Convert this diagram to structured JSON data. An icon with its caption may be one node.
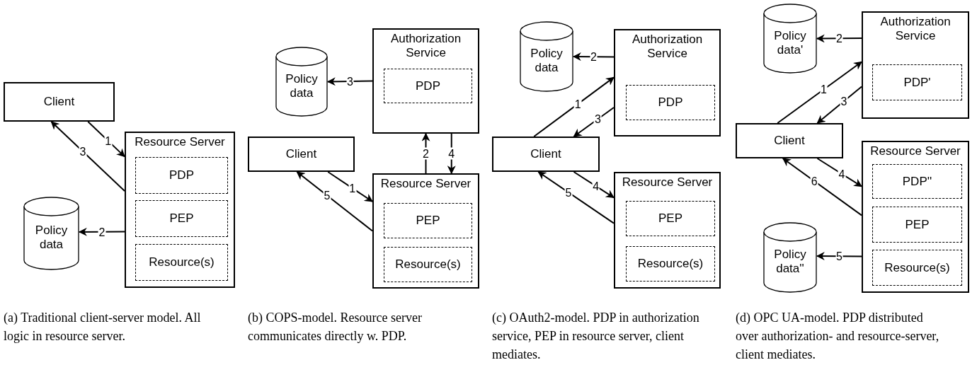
{
  "diagram": {
    "nodes": [
      {
        "text": [
          "Client"
        ]
      },
      {
        "text": [
          "Resource Server"
        ]
      },
      {
        "text": [
          "PDP"
        ],
        "in": 1
      },
      {
        "text": [
          "PEP"
        ],
        "in": 1
      },
      {
        "text": [
          "Resource(s)"
        ],
        "in": 1
      },
      {
        "text": [
          "Policy data"
        ]
      },
      {
        "text": [
          "Authorization Service"
        ]
      },
      {
        "text": [
          "PDP"
        ],
        "in": 6
      },
      {
        "text": [
          "Policy data"
        ]
      },
      {
        "text": [
          "Client"
        ]
      },
      {
        "text": [
          "Resource Server"
        ]
      },
      {
        "text": [
          "PEP"
        ],
        "in": 10
      },
      {
        "text": [
          "Resource(s)"
        ],
        "in": 10
      },
      {
        "text": [
          "Policy data"
        ]
      },
      {
        "text": [
          "Authorization Service"
        ]
      },
      {
        "text": [
          "PDP"
        ],
        "in": 14
      },
      {
        "text": [
          "Client"
        ]
      },
      {
        "text": [
          "Resource Server"
        ]
      },
      {
        "text": [
          "PEP"
        ],
        "in": 17
      },
      {
        "text": [
          "Resource(s)"
        ],
        "in": 17
      },
      {
        "text": [
          "Policy data'"
        ]
      },
      {
        "text": [
          "Authorization Service"
        ]
      },
      {
        "text": [
          "PDP'"
        ],
        "in": 21
      },
      {
        "text": [
          "Client"
        ]
      },
      {
        "text": [
          "Resource Server"
        ]
      },
      {
        "text": [
          "PDP''"
        ],
        "in": 24
      },
      {
        "text": [
          "PEP"
        ],
        "in": 24
      },
      {
        "text": [
          "Resource(s)"
        ],
        "in": 24
      },
      {
        "text": [
          "Policy data''"
        ]
      }
    ],
    "edges": [
      {
        "from": 0,
        "to": 1,
        "arrow": "to",
        "label": "1"
      },
      {
        "from": 1,
        "to": 0,
        "arrow": "to",
        "label": "3"
      },
      {
        "from": 1,
        "to": 5,
        "arrow": "to",
        "label": "2"
      },
      {
        "from": 9,
        "to": 10,
        "arrow": "to",
        "label": "1"
      },
      {
        "from": 10,
        "to": 6,
        "arrow": "to",
        "label": "2"
      },
      {
        "from": 6,
        "to": 8,
        "arrow": "to",
        "label": "3"
      },
      {
        "from": 6,
        "to": 10,
        "arrow": "to",
        "label": "4"
      },
      {
        "from": 10,
        "to": 9,
        "arrow": "to",
        "label": "5"
      },
      {
        "from": 16,
        "to": 14,
        "arrow": "to",
        "label": "1"
      },
      {
        "from": 14,
        "to": 13,
        "arrow": "to",
        "label": "2"
      },
      {
        "from": 14,
        "to": 16,
        "arrow": "to",
        "label": "3"
      },
      {
        "from": 16,
        "to": 17,
        "arrow": "to",
        "label": "4"
      },
      {
        "from": 17,
        "to": 16,
        "arrow": "to",
        "label": "5"
      },
      {
        "from": 23,
        "to": 21,
        "arrow": "to",
        "label": "1"
      },
      {
        "from": 21,
        "to": 20,
        "arrow": "to",
        "label": "2"
      },
      {
        "from": 21,
        "to": 23,
        "arrow": "to",
        "label": "3"
      },
      {
        "from": 23,
        "to": 24,
        "arrow": "to",
        "label": "4"
      },
      {
        "from": 24,
        "to": 28,
        "arrow": "to",
        "label": "5"
      },
      {
        "from": 24,
        "to": 23,
        "arrow": "to",
        "label": "6"
      }
    ],
    "labels": [
      "(a) Traditional client-server model. All logic in resource server.",
      "(b) COPS-model. Resource server communicates directly w. PDP.",
      "(c) OAuth2-model. PDP in authorization service, PEP in resource server, client mediates.",
      "(d) OPC UA-model. PDP distributed over authorization- and resource-server, client mediates."
    ]
  }
}
